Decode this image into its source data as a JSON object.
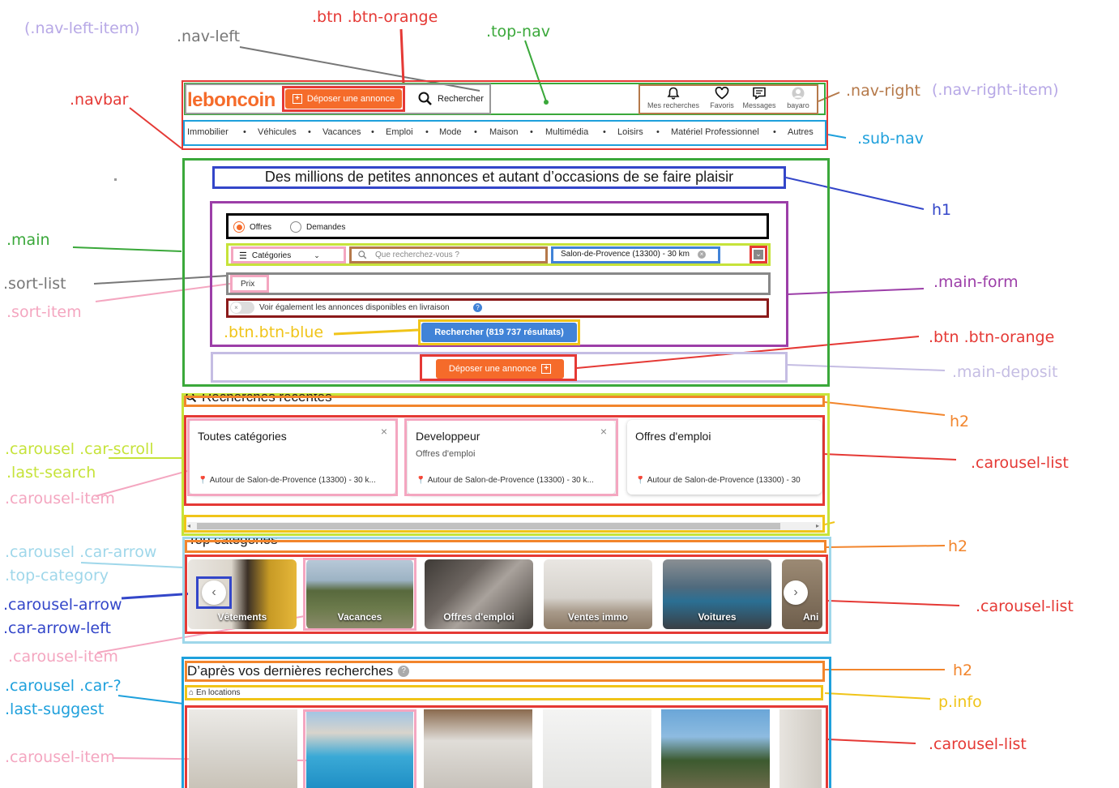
{
  "annotations": {
    "nav_left_item": "(.nav-left-item)",
    "nav_left": ".nav-left",
    "btn_orange_top": ".btn .btn-orange",
    "top_nav": ".top-nav",
    "navbar": ".navbar",
    "nav_right": ".nav-right",
    "nav_right_item": "(.nav-right-item)",
    "sub_nav": ".sub-nav",
    "main": ".main",
    "sort_list": ".sort-list",
    "sort_item": ".sort-item",
    "h1": "h1",
    "main_form": ".main-form",
    "btn_blue": ".btn.btn-blue",
    "btn_orange_main": ".btn .btn-orange",
    "main_deposit": ".main-deposit",
    "carousel_scroll": ".carousel .car-scroll",
    "last_search": ".last-search",
    "carousel_item_1": ".carousel-item",
    "h2_1": "h2",
    "carousel_list_1": ".carousel-list",
    "h2_2": "h2",
    "carousel_arrow": ".carousel .car-arrow",
    "top_category": ".top-category",
    "carousel_arrow_cls": ".carousel-arrow",
    "car_arrow_left": ".car-arrow-left",
    "carousel_item_2": ".carousel-item",
    "carousel_list_2": ".carousel-list",
    "carousel_q": ".carousel .car-?",
    "last_suggest": ".last-suggest",
    "h2_3": "h2",
    "p_info": "p.info",
    "carousel_item_3": ".carousel-item",
    "carousel_list_3": ".carousel-list"
  },
  "navbar": {
    "logo": "leboncoin",
    "deposit_button": "Déposer une annonce",
    "search_button": "Rechercher",
    "right_items": [
      {
        "label": "Mes recherches",
        "icon": "bell-icon"
      },
      {
        "label": "Favoris",
        "icon": "heart-icon"
      },
      {
        "label": "Messages",
        "icon": "message-icon"
      },
      {
        "label": "bayaro",
        "icon": "avatar-icon"
      }
    ]
  },
  "subnav": [
    "Immobilier",
    "Véhicules",
    "Vacances",
    "Emploi",
    "Mode",
    "Maison",
    "Multimédia",
    "Loisirs",
    "Matériel Professionnel",
    "Autres"
  ],
  "main": {
    "h1": "Des millions de petites annonces et autant d’occasions de se faire plaisir",
    "radio_offres": "Offres",
    "radio_demandes": "Demandes",
    "categories_select": "Catégories",
    "search_placeholder": "Que recherchez-vous ?",
    "location_chip": "Salon-de-Provence (13300) - 30 km",
    "sort_item": "Prix",
    "delivery_toggle": "Voir également les annonces disponibles en livraison",
    "search_button": "Rechercher (819 737 résultats)",
    "deposit_button": "Déposer une annonce"
  },
  "recent_searches": {
    "title": "Recherches récentes",
    "cards": [
      {
        "title": "Toutes catégories",
        "subtitle": "",
        "location": "Autour de Salon-de-Provence (13300) - 30 k..."
      },
      {
        "title": "Developpeur",
        "subtitle": "Offres d'emploi",
        "location": "Autour de Salon-de-Provence (13300) - 30 k..."
      },
      {
        "title": "Offres d'emploi",
        "subtitle": "",
        "location": "Autour de Salon-de-Provence (13300) - 30"
      }
    ]
  },
  "top_categories": {
    "title": "Top catégories",
    "tiles": [
      "Vêtements",
      "Vacances",
      "Offres d'emploi",
      "Ventes immo",
      "Voitures",
      "Ani"
    ]
  },
  "suggestions": {
    "title": "D’après vos dernières recherches",
    "info": "En locations"
  },
  "colors": {
    "brand_orange": "#f56b2a",
    "brand_blue": "#4183d7"
  }
}
